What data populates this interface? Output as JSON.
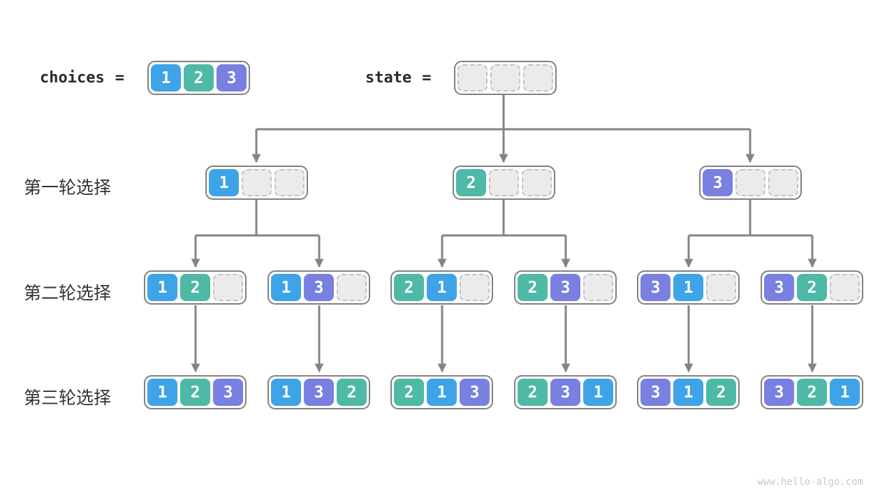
{
  "header": {
    "choices_label": "choices",
    "state_label": "state",
    "equals": "=",
    "choices": [
      "1",
      "2",
      "3"
    ],
    "state": [
      "",
      "",
      ""
    ]
  },
  "rows": [
    {
      "label": "第一轮选择",
      "nodes": [
        [
          "1",
          "",
          ""
        ],
        [
          "2",
          "",
          ""
        ],
        [
          "3",
          "",
          ""
        ]
      ]
    },
    {
      "label": "第二轮选择",
      "nodes": [
        [
          "1",
          "2",
          ""
        ],
        [
          "1",
          "3",
          ""
        ],
        [
          "2",
          "1",
          ""
        ],
        [
          "2",
          "3",
          ""
        ],
        [
          "3",
          "1",
          ""
        ],
        [
          "3",
          "2",
          ""
        ]
      ]
    },
    {
      "label": "第三轮选择",
      "nodes": [
        [
          "1",
          "2",
          "3"
        ],
        [
          "1",
          "3",
          "2"
        ],
        [
          "2",
          "1",
          "3"
        ],
        [
          "2",
          "3",
          "1"
        ],
        [
          "3",
          "1",
          "2"
        ],
        [
          "3",
          "2",
          "1"
        ]
      ]
    }
  ],
  "colors": {
    "value_1": "#3ea3e7",
    "value_2": "#4db9a6",
    "value_3": "#7a80e0",
    "empty_cell": "#ebebeb",
    "connector": "#848484",
    "node_border": "#818181"
  },
  "footer": {
    "watermark": "www.hello-algo.com"
  }
}
